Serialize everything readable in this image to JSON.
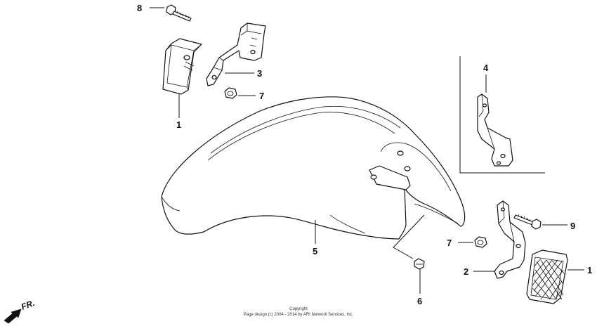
{
  "callouts": {
    "c1_left": "1",
    "c1_right": "1",
    "c2": "2",
    "c3": "3",
    "c4": "4",
    "c5": "5",
    "c6": "6",
    "c7_top": "7",
    "c7_mid": "7",
    "c8": "8",
    "c9": "9"
  },
  "copyright": {
    "line1": "Copyright",
    "line2": "Page design (c) 2004 - 2014 by ARI Network Services, Inc."
  },
  "direction_label": "FR."
}
